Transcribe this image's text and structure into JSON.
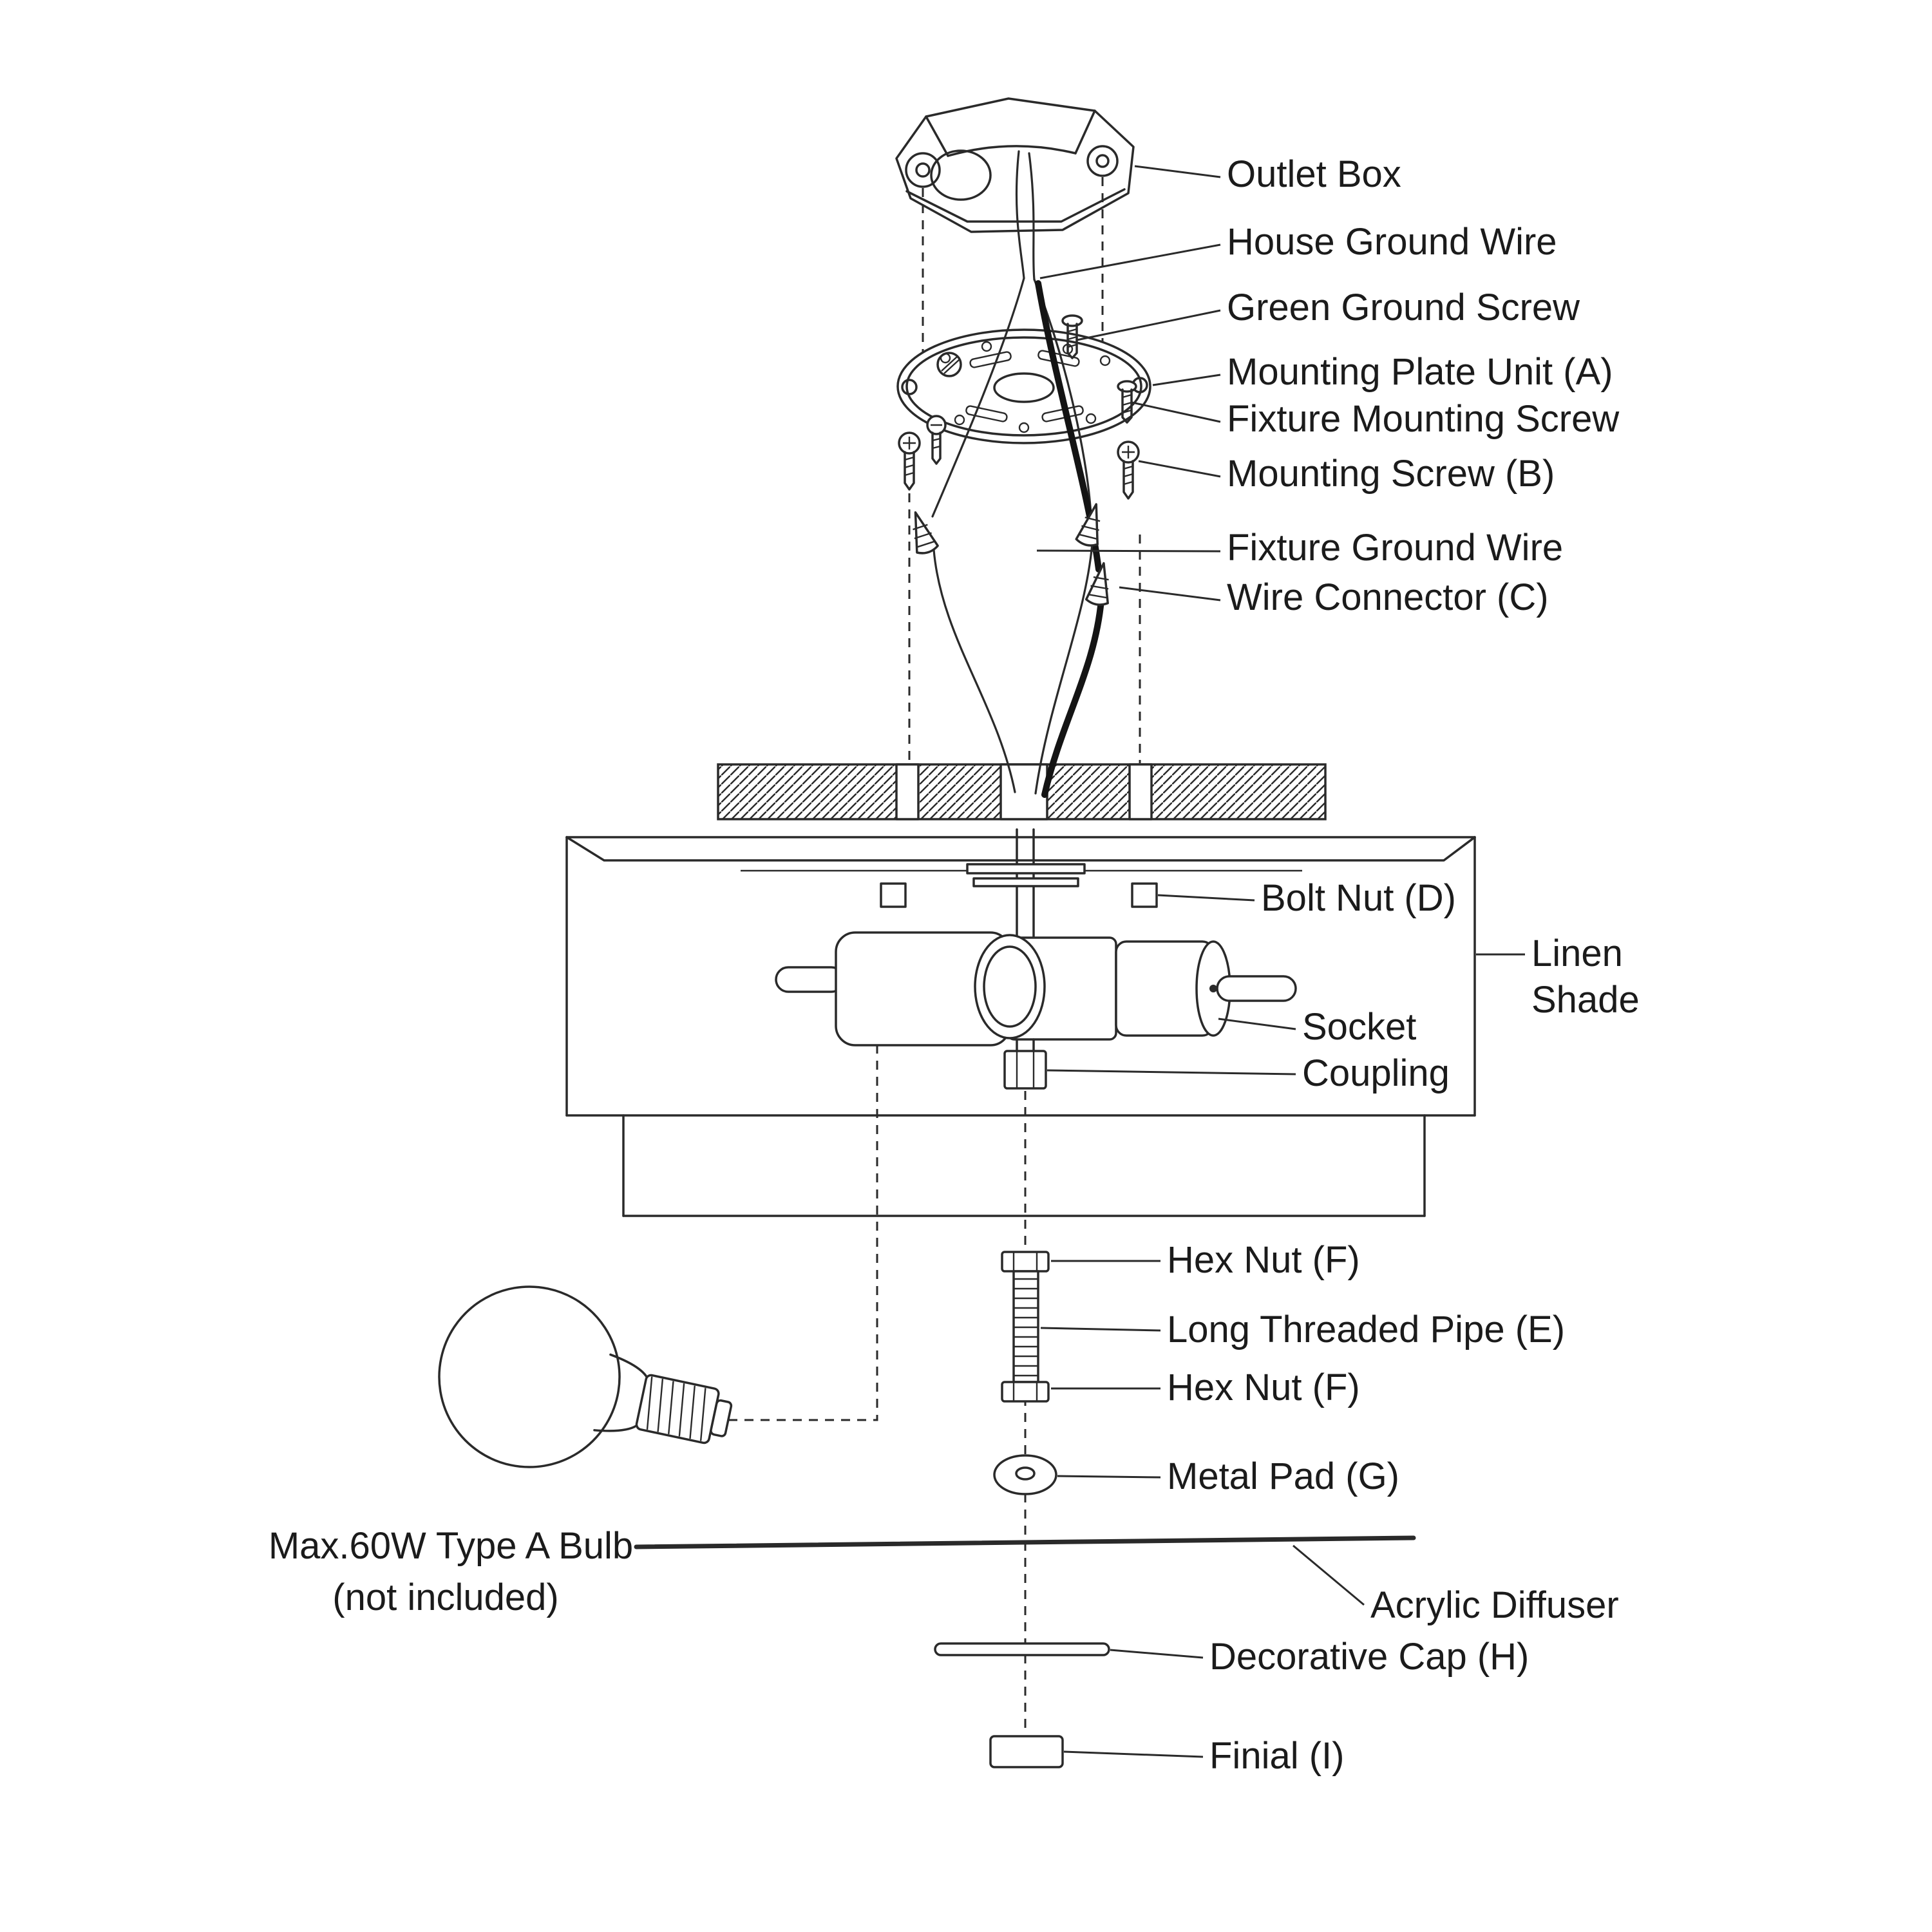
{
  "colors": {
    "line": "#2a2a2a",
    "background": "#ffffff",
    "wire_black": "#141414",
    "text": "#1b1b1b"
  },
  "labels": {
    "outlet_box": "Outlet Box",
    "house_ground_wire": "House Ground Wire",
    "green_ground_screw": "Green Ground Screw",
    "mounting_plate_unit": "Mounting Plate Unit (A)",
    "fixture_mounting_screw": "Fixture Mounting Screw",
    "mounting_screw": "Mounting Screw (B)",
    "fixture_ground_wire": "Fixture Ground Wire",
    "wire_connector": "Wire Connector (C)",
    "bolt_nut": "Bolt Nut (D)",
    "linen_shade": {
      "line1": "Linen",
      "line2": "Shade"
    },
    "socket": "Socket",
    "coupling": "Coupling",
    "hex_nut_upper": "Hex Nut (F)",
    "long_threaded_pipe": "Long Threaded Pipe (E)",
    "hex_nut_lower": "Hex Nut (F)",
    "metal_pad": "Metal Pad (G)",
    "acrylic_diffuser": "Acrylic Diffuser",
    "decorative_cap": "Decorative Cap (H)",
    "finial": "Finial (I)",
    "bulb_note": {
      "line1": "Max.60W Type A Bulb",
      "line2": "(not included)"
    }
  }
}
